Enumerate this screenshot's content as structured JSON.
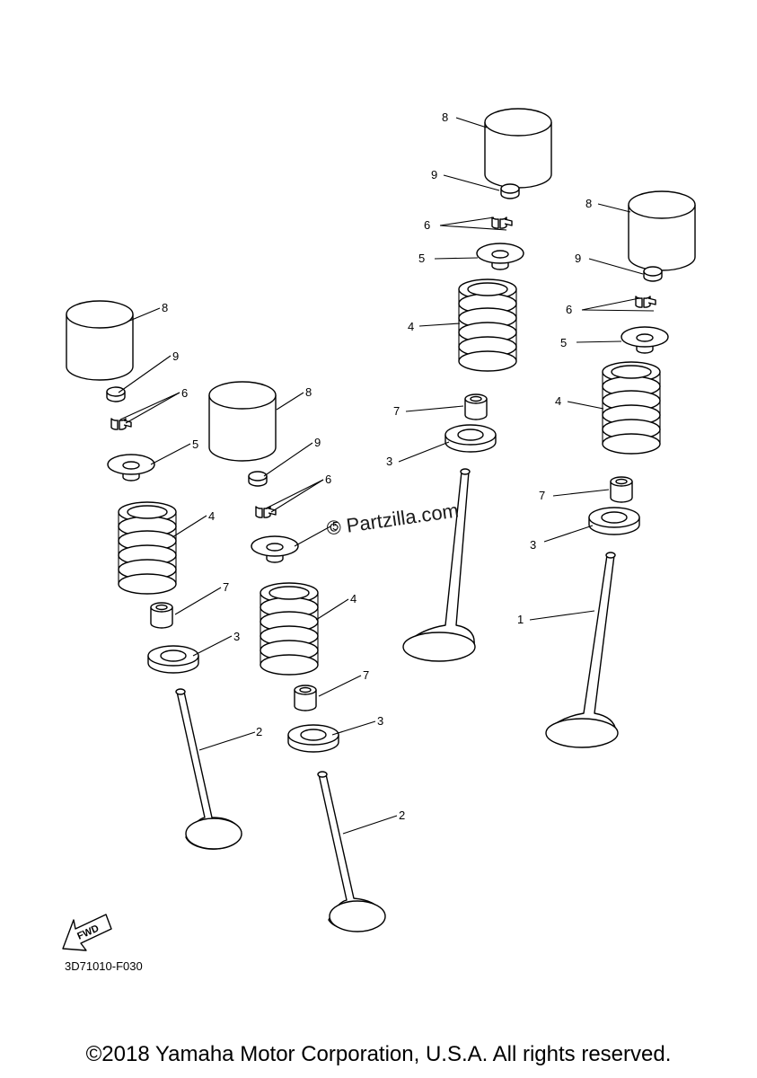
{
  "diagram": {
    "watermark": "© Partzilla.com",
    "fwd_label": "FWD",
    "diagram_code": "3D71010-F030",
    "copyright": "©2018 Yamaha Motor Corporation, U.S.A. All rights reserved."
  },
  "callouts": {
    "set_a": {
      "n8": "8",
      "n9": "9",
      "n6": "6",
      "n5": "5",
      "n4": "4",
      "n7": "7",
      "n3": "3",
      "n2": "2"
    },
    "set_b": {
      "n8": "8",
      "n9": "9",
      "n6": "6",
      "n5": "5",
      "n4": "4",
      "n7": "7",
      "n3": "3",
      "n2": "2"
    },
    "set_c": {
      "n8": "8",
      "n9": "9",
      "n6": "6",
      "n5": "5",
      "n4": "4",
      "n7": "7",
      "n3": "3"
    },
    "set_d": {
      "n8": "8",
      "n9": "9",
      "n6": "6",
      "n5": "5",
      "n4": "4",
      "n7": "7",
      "n3": "3",
      "n1": "1"
    }
  }
}
